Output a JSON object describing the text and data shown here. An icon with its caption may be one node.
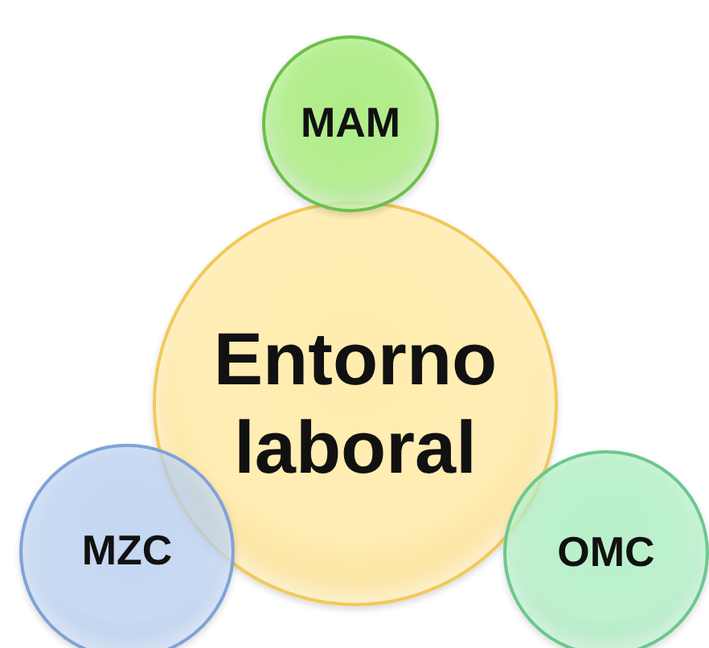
{
  "diagram": {
    "nodes": [
      {
        "text": [
          "MAM"
        ]
      },
      {
        "text": [
          "Entorno laboral"
        ]
      },
      {
        "text": [
          "MZC"
        ]
      },
      {
        "text": [
          "OMC"
        ]
      }
    ]
  }
}
